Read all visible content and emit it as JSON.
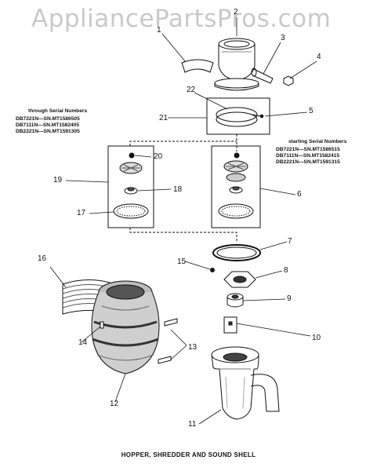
{
  "watermark": "AppliancePartsPros.com",
  "caption": "HOPPER, SHREDDER AND SOUND SHELL",
  "serial_left": {
    "heading": "through Serial Numbers",
    "lines": [
      "DB7221N—SN.MT1586505",
      "DB7111N—SN.MT1582405",
      "DB2221N—SN.MT1591305"
    ]
  },
  "serial_right": {
    "heading": "starting Serial Numbers",
    "lines": [
      "DB7221N—SN.MT1586515",
      "DB7111N—SN.MT1582415",
      "DB2221N—SN.MT1591315"
    ]
  },
  "callouts": [
    "1",
    "2",
    "3",
    "4",
    "5",
    "6",
    "7",
    "8",
    "9",
    "10",
    "11",
    "12",
    "13",
    "14",
    "15",
    "16",
    "17",
    "18",
    "19",
    "20",
    "21",
    "22"
  ]
}
